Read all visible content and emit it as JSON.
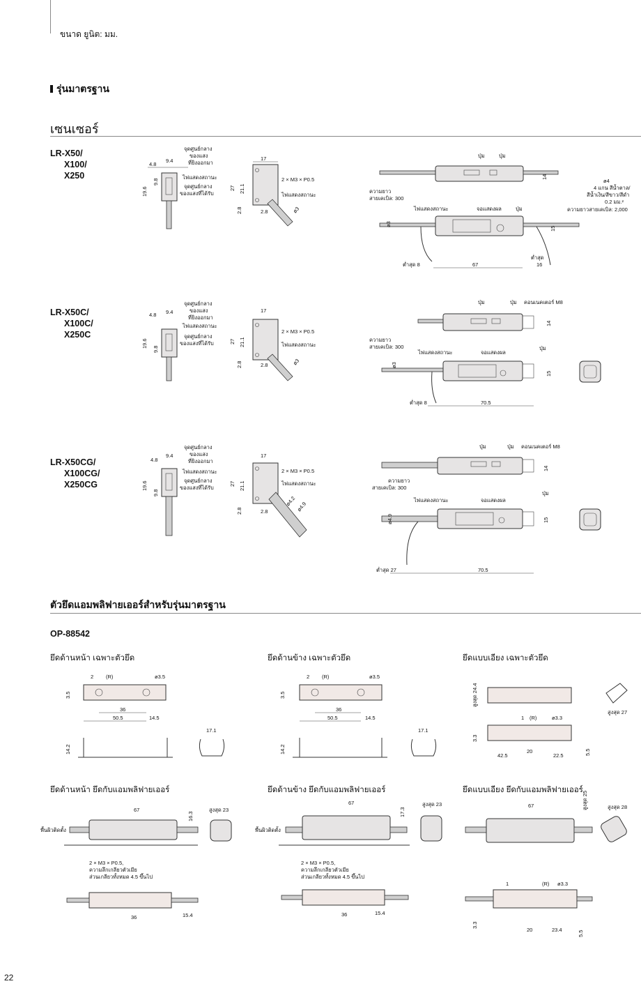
{
  "header": {
    "title": "ขนาด",
    "unit": "ยูนิต: มม."
  },
  "section_title": "รุ่นมาตรฐาน",
  "sensor_heading": "เซนเซอร์",
  "models": [
    {
      "lines": [
        "LR-X50/",
        "X100/",
        "X250"
      ]
    },
    {
      "lines": [
        "LR-X50C/",
        "X100C/",
        "X250C"
      ]
    },
    {
      "lines": [
        "LR-X50CG/",
        "X100CG/",
        "X250CG"
      ]
    }
  ],
  "labels": {
    "beam_center": "จุดศูนย์กลางของแสงที่ยิงออกมา",
    "beam_center_l1": "จุดศูนย์กลาง",
    "beam_center_l2": "ของแสง",
    "beam_center_l3": "ที่ยิงออกมา",
    "status_light": "ไฟแสดงสถานะ",
    "recv_center_l1": "จุดศูนย์กลาง",
    "recv_center_l2": "ของแสงที่ได้รับ",
    "screw": "2 × M3 × P0.5",
    "button": "ปุ่ม",
    "display": "จอแสดงผล",
    "cable_len_l1": "ความยาว",
    "cable_len_l2": "สายเคเบิล: 300",
    "connector": "คอนเนคเตอร์ M8",
    "min8": "ต่ำสุด 8",
    "min27": "ต่ำสุด 27",
    "min_label": "ต่ำสุด",
    "cable_spec_1": "ø4",
    "cable_spec_2": "4 แกน สีน้ำตาล/",
    "cable_spec_3": "สีน้ำเงิน/สีขาว/สีดำ",
    "cable_spec_4": "0.2  มม.²",
    "cable_spec_5": "ความยาวสายเคเบิล: 2,000"
  },
  "dims": {
    "d4_8": "4.8",
    "d9_4": "9.4",
    "d19_6": "19.6",
    "d9_8": "9.8",
    "d17": "17",
    "d27": "27",
    "d21_1": "21.1",
    "d2_8": "2.8",
    "phi3": "ø3",
    "phi4_2": "ø4.2",
    "phi4_9": "ø4.9",
    "d67": "67",
    "d16": "16",
    "d15": "15",
    "d14": "14",
    "d70_5": "70.5"
  },
  "bracket_heading": "ตัวยึดแอมพลิฟายเออร์สำหรับรุ่นมาตรฐาน",
  "bracket_code": "OP-88542",
  "bracket_captions": [
    "ยึดด้านหน้า   เฉพาะตัวยึด",
    "ยึดด้านข้าง   เฉพาะตัวยึด",
    "ยึดแบบเอียง   เฉพาะตัวยึด",
    "ยึดด้านหน้า   ยึดกับแอมพลิฟายเออร์",
    "ยึดด้านข้าง   ยึดกับแอมพลิฟายเออร์",
    "ยึดแบบเอียง   ยึดกับแอมพลิฟายเออร์"
  ],
  "bracket_labels": {
    "surface": "พื้นผิวติดตั้ง",
    "screw_1": "2 × M3 × P0.5,",
    "screw_2": "ความลึกเกลียวตัวเมีย",
    "screw_3": "ส่วนเกลียวทั้งหมด 4.5 ขึ้นไป",
    "max23": "สูงสุด 23",
    "max27": "สูงสุด 27",
    "max28": "สูงสุด 28",
    "max24_4": "สูงสุด 24.4",
    "max25": "สูงสุด 25",
    "R": "(R)",
    "phi3_5": "ø3.5",
    "phi3_3": "ø3.3"
  },
  "bracket_dims": {
    "b2": "2",
    "b3_5": "3.5",
    "b36": "36",
    "b50_5": "50.5",
    "b14_5": "14.5",
    "b14_2": "14.2",
    "b17_1": "17.1",
    "b1": "1",
    "b3_3": "3.3",
    "b42_5": "42.5",
    "b20": "20",
    "b22_5": "22.5",
    "b5_5": "5.5",
    "b16_3": "16.3",
    "b17_3": "17.3",
    "b15_4": "15.4",
    "b23_4": "23.4",
    "b67": "67"
  },
  "page_number": "22"
}
